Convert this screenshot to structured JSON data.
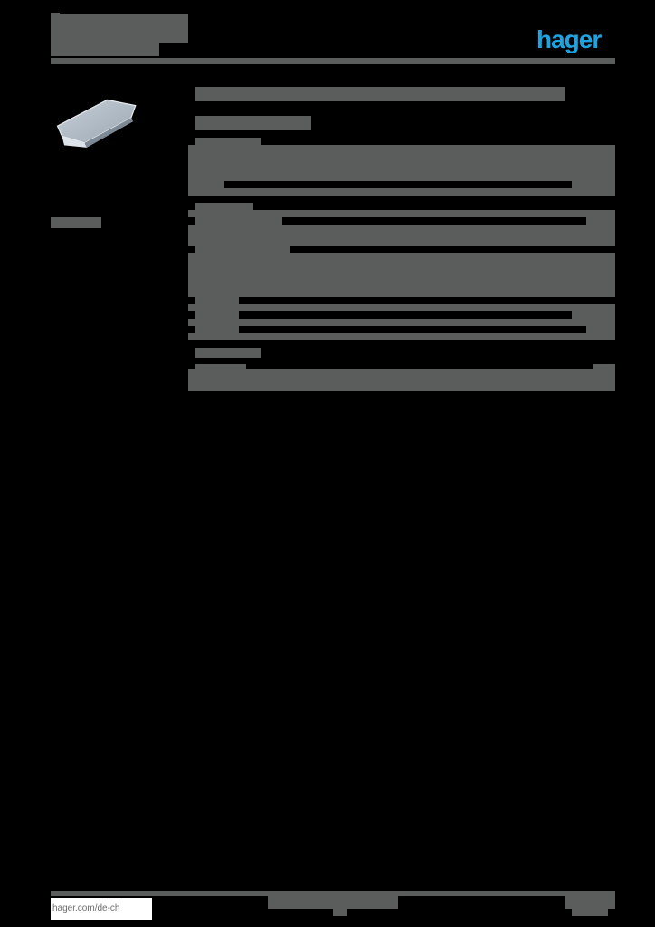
{
  "header": {
    "brand_logo": "hager",
    "brand_color": "#1fa3e0",
    "product_code_block": "",
    "product_subtitle_block": ""
  },
  "product": {
    "image": "cable-trunking-cover-profile",
    "title": "",
    "subtitle": ""
  },
  "sections": [
    {
      "heading": "",
      "rows": 3
    },
    {
      "heading": "",
      "rows": 7
    },
    {
      "heading": "",
      "rows": 2
    }
  ],
  "sidebar": {
    "label": ""
  },
  "footer": {
    "url": "hager.com/de-ch",
    "center_text": "",
    "page_label": ""
  },
  "colors": {
    "background": "#000000",
    "redacted_text": "#5b5d5c",
    "logo": "#1fa3e0"
  }
}
